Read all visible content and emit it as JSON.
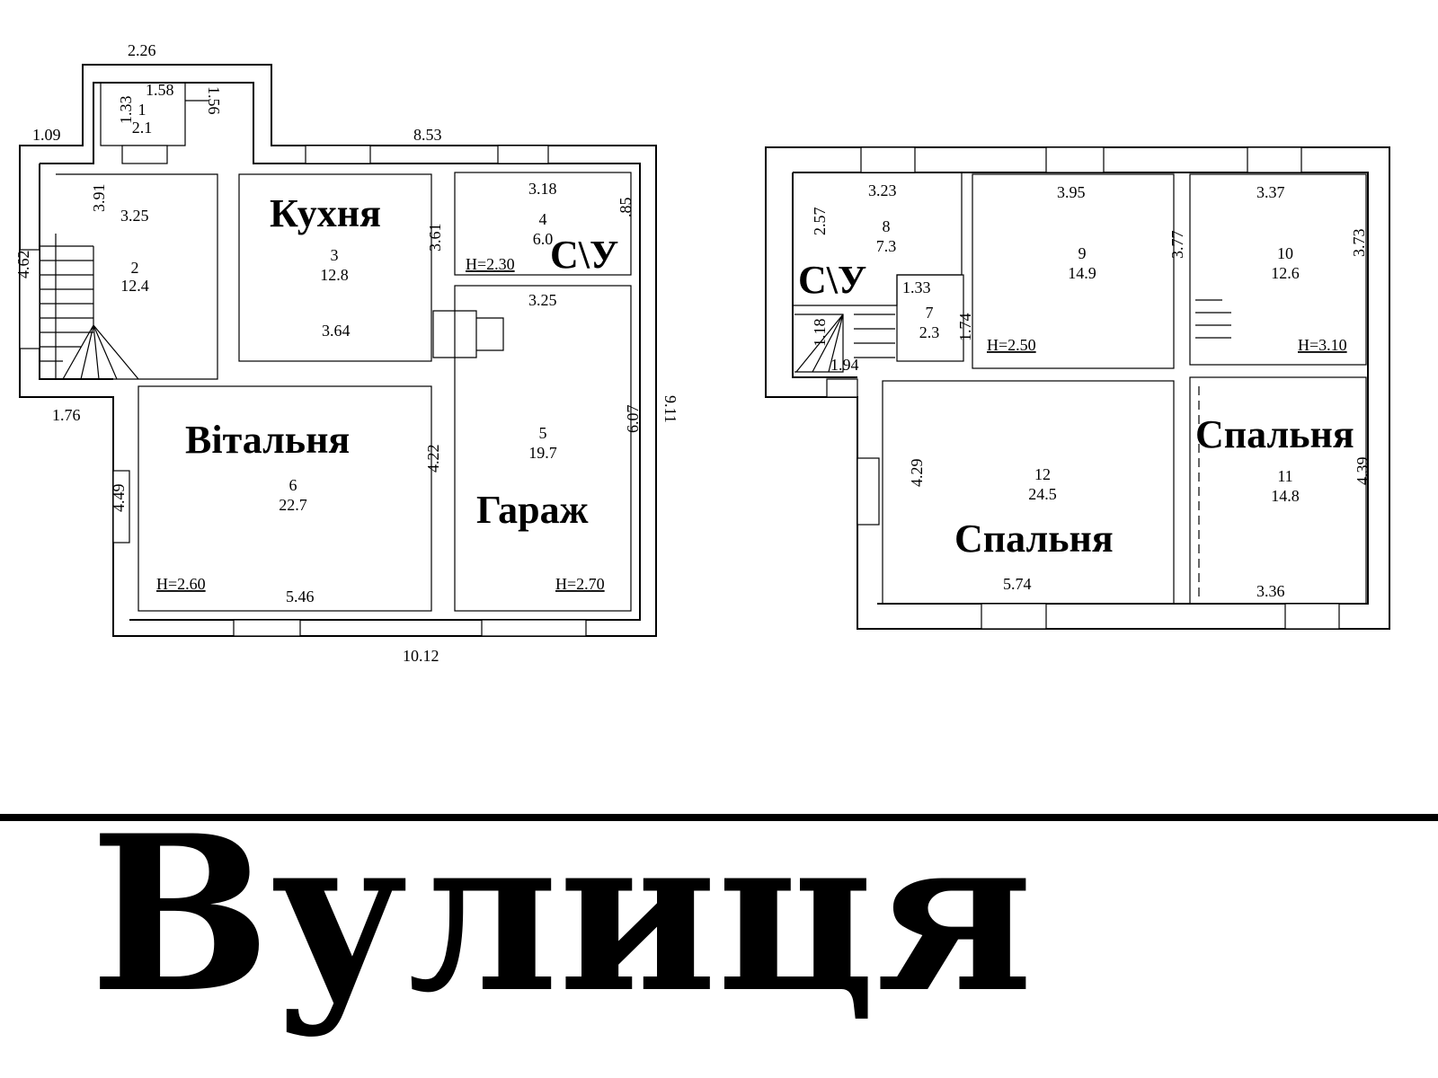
{
  "ground_floor": {
    "outer_dims": {
      "d_2_26": "2.26",
      "d_1_09": "1.09",
      "d_8_53": "8.53",
      "d_4_62": "4.62",
      "d_1_76": "1.76",
      "d_4_49": "4.49",
      "d_9_11": "9.11",
      "d_10_12": "10.12"
    },
    "porch": {
      "num": "1",
      "area": "2.1",
      "d1": "1.58",
      "d2": "1.33",
      "d3": "1.56"
    },
    "hall": {
      "num": "2",
      "area": "12.4",
      "w": "3.25",
      "h": "3.91"
    },
    "kitchen": {
      "label": "Кухня",
      "num": "3",
      "area": "12.8",
      "w": "3.64",
      "h": "3.61"
    },
    "bath": {
      "label": "С\\У",
      "num": "4",
      "area": "6.0",
      "w": "3.18",
      "h": ".85",
      "height": "H=2.30"
    },
    "garage": {
      "label": "Гараж",
      "num": "5",
      "area": "19.7",
      "w": "3.25",
      "h": "6.07",
      "height": "H=2.70"
    },
    "living": {
      "label": "Вітальня",
      "num": "6",
      "area": "22.7",
      "w": "5.46",
      "h": "4.22",
      "height": "H=2.60"
    }
  },
  "upper_floor": {
    "bath": {
      "label": "С\\У",
      "num": "8",
      "area": "7.3",
      "w": "3.23",
      "h": "2.57"
    },
    "corridor": {
      "num": "7",
      "area": "2.3",
      "w": "1.33",
      "h": "1.74",
      "d1": "1.18",
      "d2": "1.94"
    },
    "room9": {
      "num": "9",
      "area": "14.9",
      "w": "3.95",
      "h": "3.77",
      "height": "H=2.50"
    },
    "room10": {
      "num": "10",
      "area": "12.6",
      "w": "3.37",
      "h": "3.73",
      "height": "H=3.10"
    },
    "bedroom11": {
      "label": "Спальня",
      "num": "11",
      "area": "14.8",
      "w": "3.36",
      "h": "4.39"
    },
    "bedroom12": {
      "label": "Спальня",
      "num": "12",
      "area": "24.5",
      "w": "5.74",
      "h": "4.29"
    }
  },
  "street_label": "Вулиця"
}
